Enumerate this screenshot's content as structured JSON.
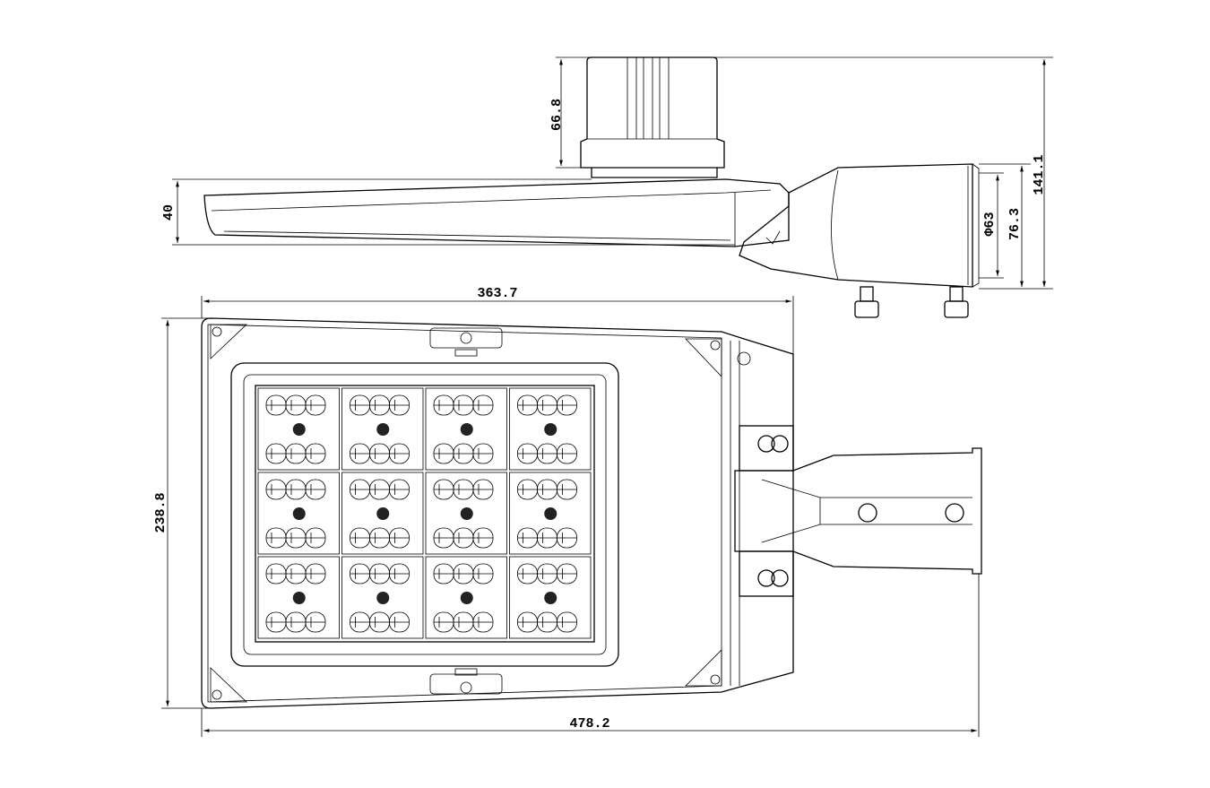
{
  "title": "LED street light dimension drawing",
  "dimensions": {
    "driver_height": "66.8",
    "arm_thickness": "40",
    "total_height": "141.1",
    "pole_diameter": "Φ63",
    "bracket_height": "76.3",
    "housing_length": "363.7",
    "housing_width": "238.8",
    "total_length": "478.2"
  },
  "led_modules": {
    "rows": 3,
    "cols": 4
  }
}
